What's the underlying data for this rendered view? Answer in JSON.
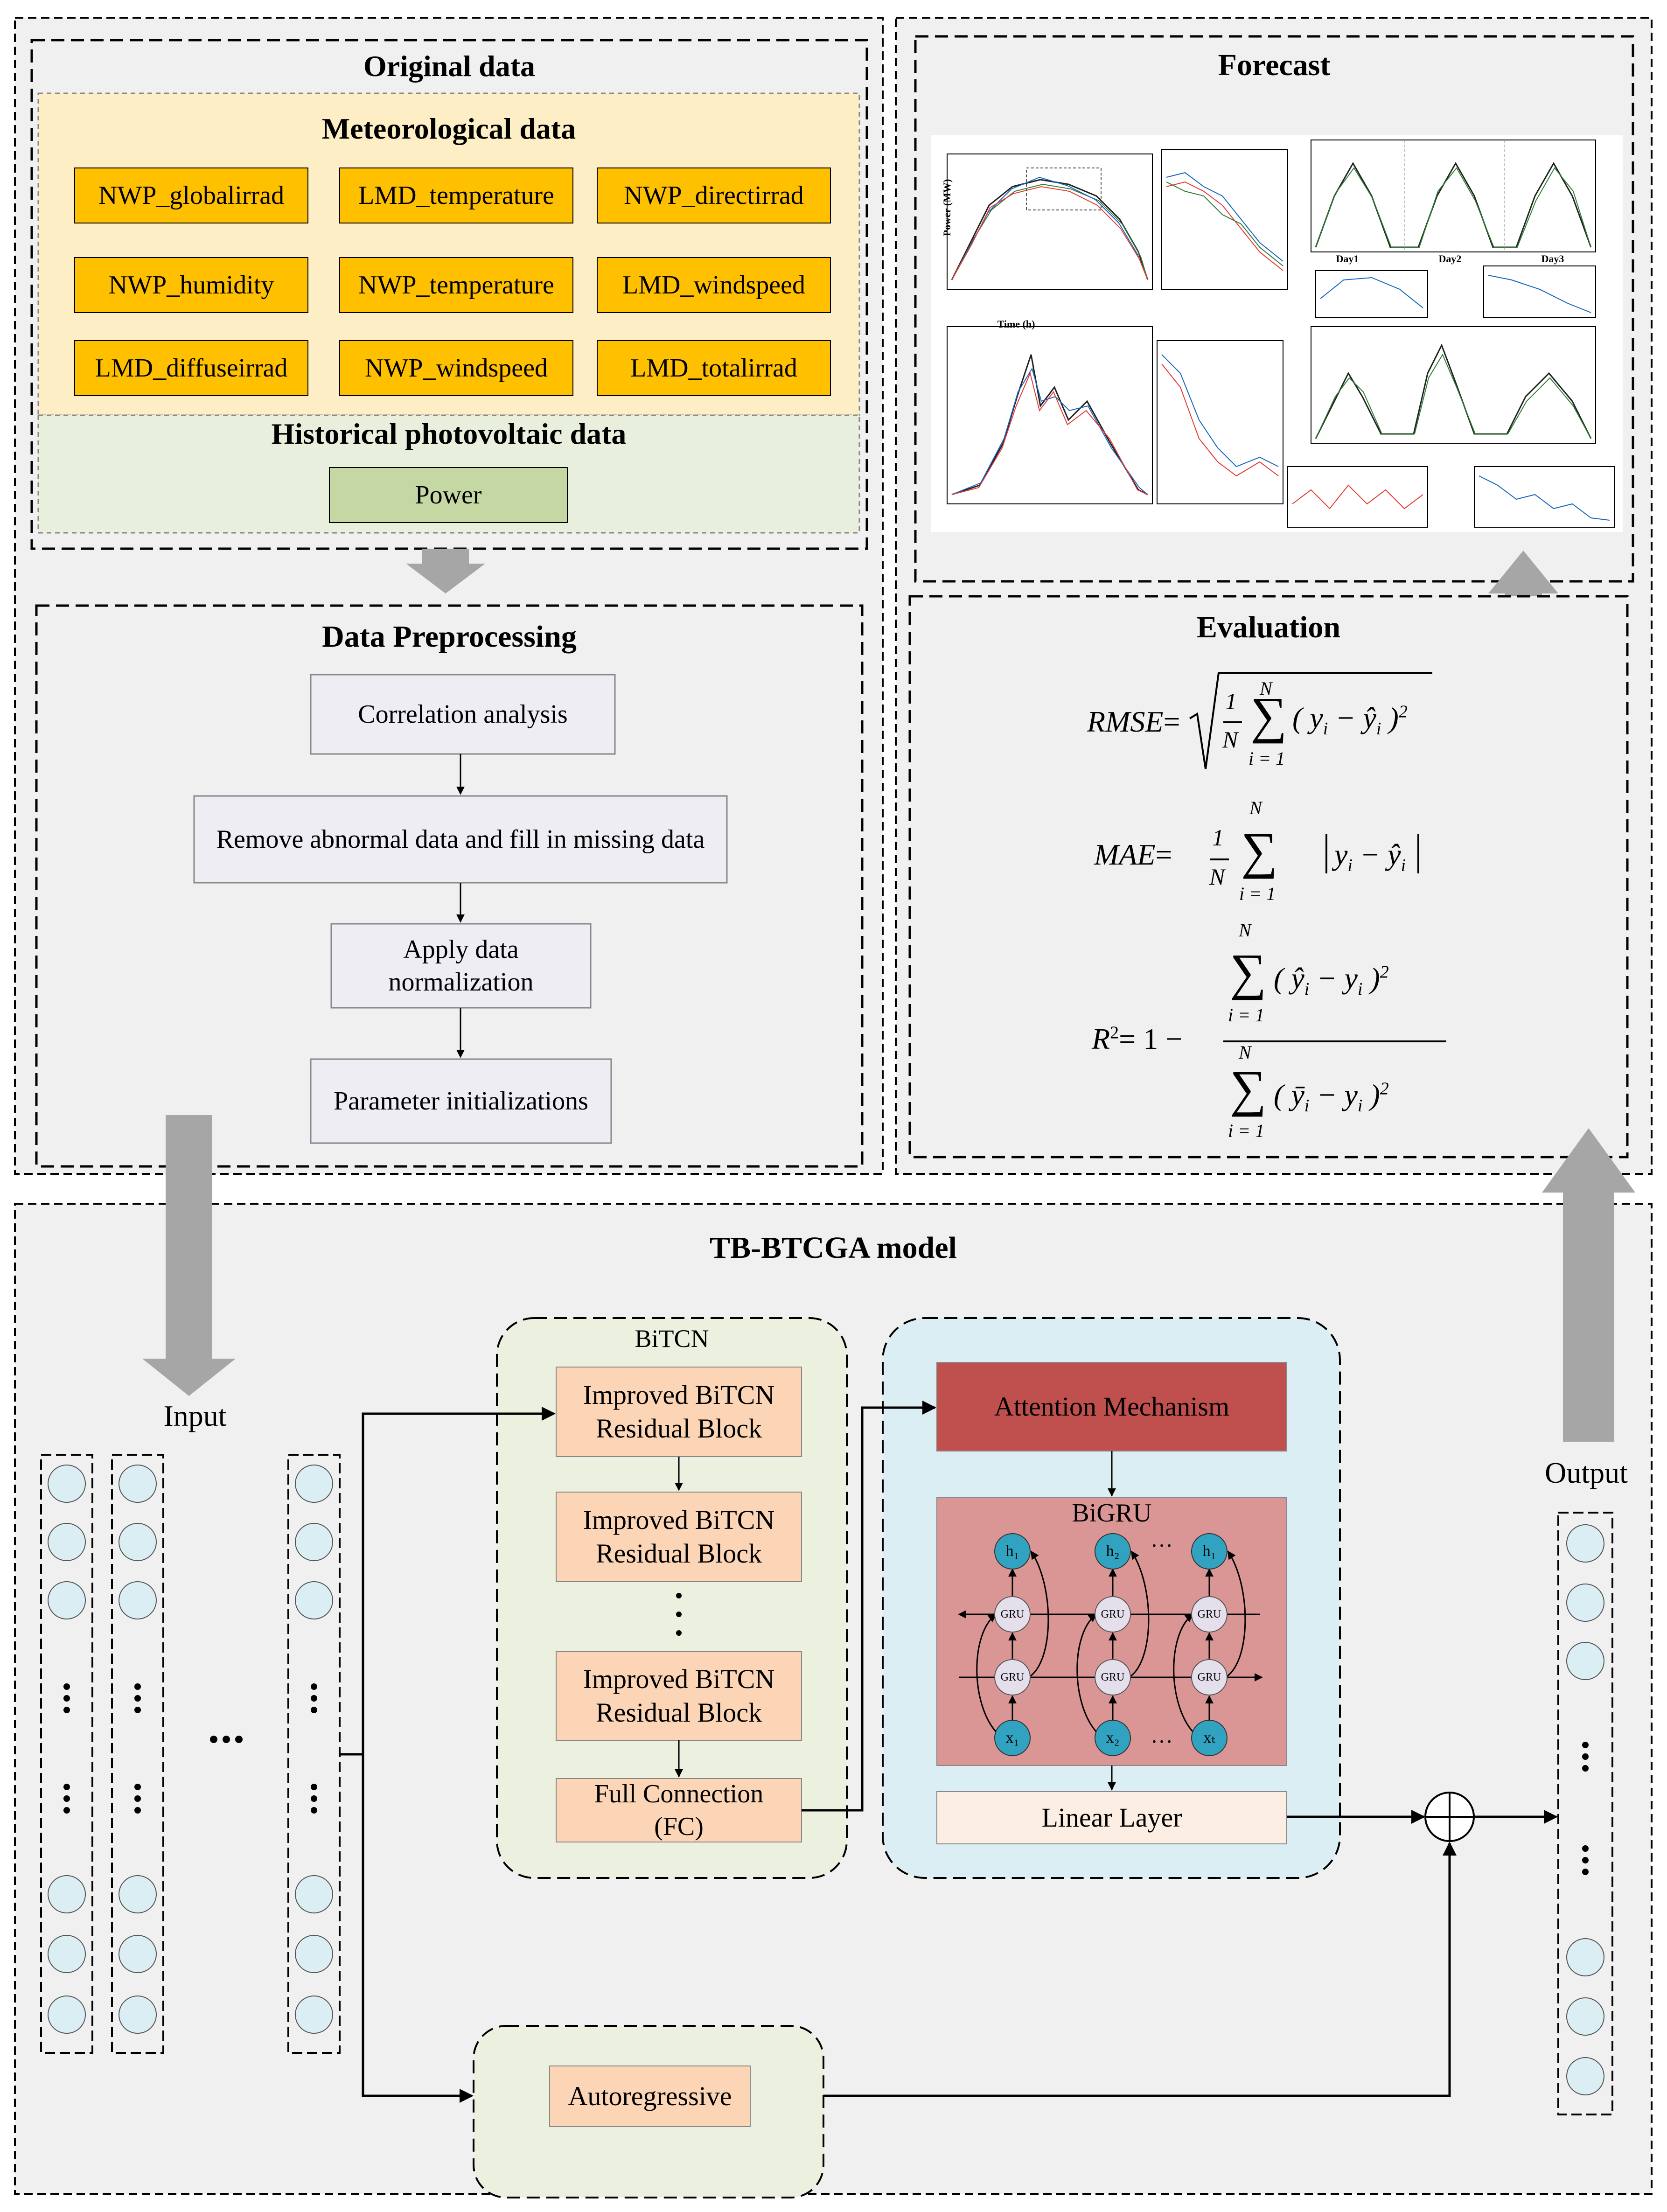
{
  "original_data": {
    "title": "Original data",
    "meteorological_title": "Meteorological data",
    "meteorological_items": [
      "NWP_globalirrad",
      "LMD_temperature",
      "NWP_directirrad",
      "NWP_humidity",
      "NWP_temperature",
      "LMD_windspeed",
      "LMD_diffuseirrad",
      "NWP_windspeed",
      "LMD_totalirrad"
    ],
    "historical_title": "Historical photovoltaic data",
    "historical_item": "Power"
  },
  "preprocessing": {
    "title": "Data Preprocessing",
    "steps": [
      "Correlation analysis",
      "Remove abnormal data and fill in missing data",
      "Apply data normalization",
      "Parameter initializations"
    ]
  },
  "forecast": {
    "title": "Forecast",
    "panel_axis_labels": {
      "power": "Power (MW)",
      "time": "Time (h)",
      "day1": "Day1",
      "day2": "Day2",
      "day3": "Day3"
    }
  },
  "evaluation": {
    "title": "Evaluation",
    "rmse_label": "RMSE",
    "mae_label": "MAE",
    "r2_label": "R",
    "sum_upper": "N",
    "sum_lower": "i = 1"
  },
  "model": {
    "title": "TB-BTCGA model",
    "input_label": "Input",
    "output_label": "Output",
    "bitcn_title": "BiTCN",
    "bitcn_blocks": [
      "Improved BiTCN Residual Block",
      "Improved BiTCN Residual Block",
      "Improved BiTCN Residual Block"
    ],
    "full_connection": "Full Connection (FC)",
    "attention": "Attention Mechanism",
    "bigru_title": "BiGRU",
    "gru_cell": "GRU",
    "hidden_labels": [
      "h₁",
      "h₂",
      "h₁"
    ],
    "input_nodes": [
      "x₁",
      "x₂",
      "xₜ"
    ],
    "ellipsis": "…",
    "linear_layer": "Linear Layer",
    "autoregressive": "Autoregressive"
  },
  "colors": {
    "panel_bg": "#f0f0f0",
    "meteo_bg": "#fdeec6",
    "meteo_item": "#ffc000",
    "hist_bg": "#e8efdc",
    "power_item": "#c5d8a4",
    "step_box": "#ededf3",
    "bitcn_bg": "#ebf1de",
    "bitcn_block": "#fbd5b5",
    "bigru_bg": "#dbeef4",
    "attention": "#c0504d",
    "bigru_inner": "#d99694",
    "linear": "#fdeee3",
    "auto_bg": "#ebf1de",
    "node_fill": "#dbeef4",
    "h_node": "#31a2bf",
    "gru_node": "#e5dfec",
    "arrow_gray": "#a6a6a6"
  }
}
